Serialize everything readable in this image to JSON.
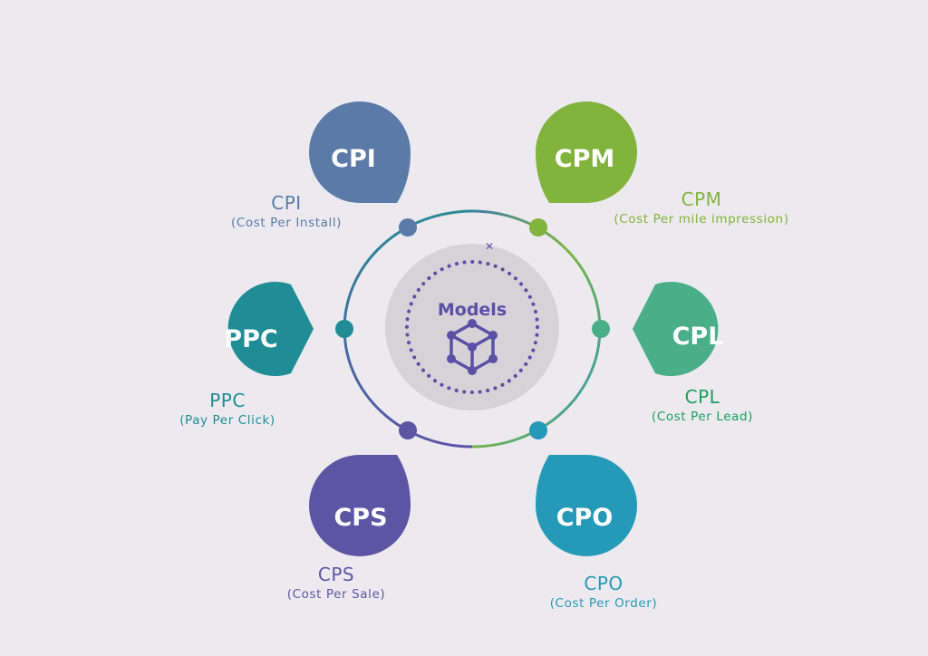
{
  "center": {
    "label": "Models",
    "icon": "cube-network-icon",
    "color": "#5b4fa6"
  },
  "models": [
    {
      "id": "cpi",
      "abbr": "CPI",
      "title": "CPI",
      "subtitle": "(Cost Per Install)",
      "color": "#5a7aa8"
    },
    {
      "id": "cpm",
      "abbr": "CPM",
      "title": "CPM",
      "subtitle": "(Cost Per mile impression)",
      "color": "#82b33c"
    },
    {
      "id": "cpl",
      "abbr": "CPL",
      "title": "CPL",
      "subtitle": "(Cost Per Lead)",
      "color": "#4aae8a",
      "text_color": "#17a15b"
    },
    {
      "id": "cpo",
      "abbr": "CPO",
      "title": "CPO",
      "subtitle": "(Cost Per Order)",
      "color": "#2599b8"
    },
    {
      "id": "cps",
      "abbr": "CPS",
      "title": "CPS",
      "subtitle": "(Cost Per Sale)",
      "color": "#5b55a3"
    },
    {
      "id": "ppc",
      "abbr": "PPC",
      "title": "PPC",
      "subtitle": "(Pay Per Click)",
      "color": "#1f8c96"
    }
  ]
}
